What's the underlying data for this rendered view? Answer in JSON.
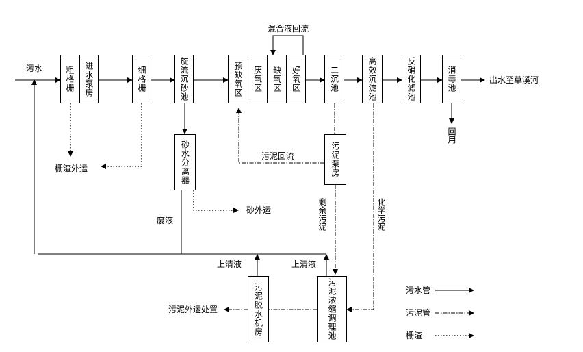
{
  "units": {
    "coarse_screen": "粗格栅",
    "inlet_pump": "进水泵房",
    "fine_screen": "细格栅",
    "grit_chamber": "旋流沉砂池",
    "pre_anoxic": "预缺氧区",
    "anaerobic": "厌氧区",
    "anoxic": "缺氧区",
    "aerobic": "好氧区",
    "secondary_clarifier": "二沉池",
    "high_eff_sed": "高效沉淀池",
    "denitrify_filter": "反硝化滤池",
    "disinfection": "消毒池",
    "sand_separator": "砂水分离器",
    "sludge_pump": "污泥泵房",
    "thickening": "污泥浓缩调理池",
    "dewatering": "污泥脱水机房"
  },
  "labels": {
    "influent": "污水",
    "effluent": "出水至草溪河",
    "reuse": "回用",
    "mixed_liquor_return": "混合液回流",
    "screenings_out": "栅渣外运",
    "sand_out": "砂外运",
    "waste_liquid": "废液",
    "sludge_return": "污泥回流",
    "excess_sludge": "剩余污泥",
    "chemical_sludge": "化学污泥",
    "supernatant_1": "上清液",
    "supernatant_2": "上清液",
    "sludge_disposal": "污泥外运处置"
  },
  "legend": {
    "sewage": "污水管",
    "sludge": "污泥管",
    "screenings": "栅渣"
  }
}
